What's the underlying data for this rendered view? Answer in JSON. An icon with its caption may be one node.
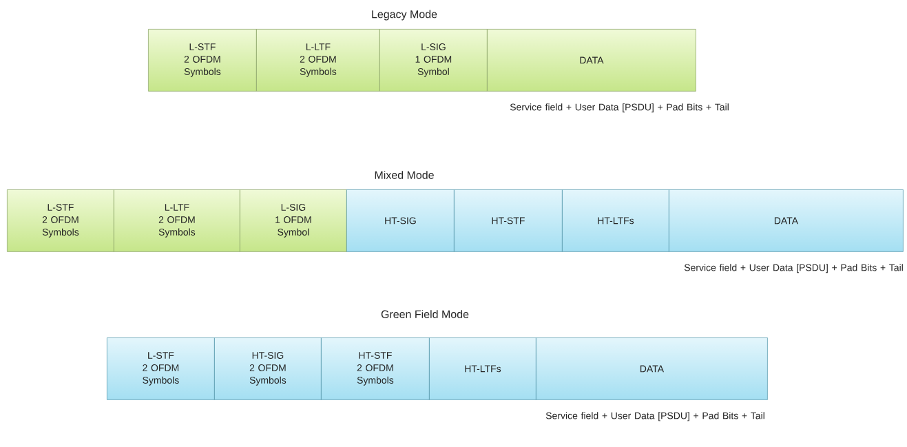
{
  "diagram": {
    "labels": [
      "Legacy Mode",
      "Mixed Mode",
      "Green Field Mode"
    ],
    "nodes": [
      {
        "text": [
          "L-STF",
          "2 OFDM Symbols"
        ]
      },
      {
        "text": [
          "L-LTF",
          "2 OFDM Symbols"
        ]
      },
      {
        "text": [
          "L-SIG",
          "1 OFDM Symbol"
        ]
      },
      {
        "text": [
          "DATA"
        ],
        "beside": [
          "Service field + User Data [PSDU] + Pad Bits + Tail"
        ]
      },
      {
        "text": [
          "L-STF",
          "2 OFDM Symbols"
        ]
      },
      {
        "text": [
          "L-LTF",
          "2 OFDM Symbols"
        ]
      },
      {
        "text": [
          "L-SIG",
          "1 OFDM Symbol"
        ]
      },
      {
        "text": [
          "HT-SIG"
        ]
      },
      {
        "text": [
          "HT-STF"
        ]
      },
      {
        "text": [
          "HT-LTFs"
        ]
      },
      {
        "text": [
          "DATA"
        ],
        "beside": [
          "Service field + User Data [PSDU] + Pad Bits + Tail"
        ]
      },
      {
        "text": [
          "L-STF",
          "2 OFDM Symbols"
        ]
      },
      {
        "text": [
          "HT-SIG",
          "2 OFDM Symbols"
        ]
      },
      {
        "text": [
          "HT-STF",
          "2 OFDM Symbols"
        ]
      },
      {
        "text": [
          "HT-LTFs"
        ]
      },
      {
        "text": [
          "DATA"
        ],
        "beside": [
          "Service field + User Data [PSDU] + Pad Bits + Tail"
        ]
      }
    ],
    "edges": []
  }
}
